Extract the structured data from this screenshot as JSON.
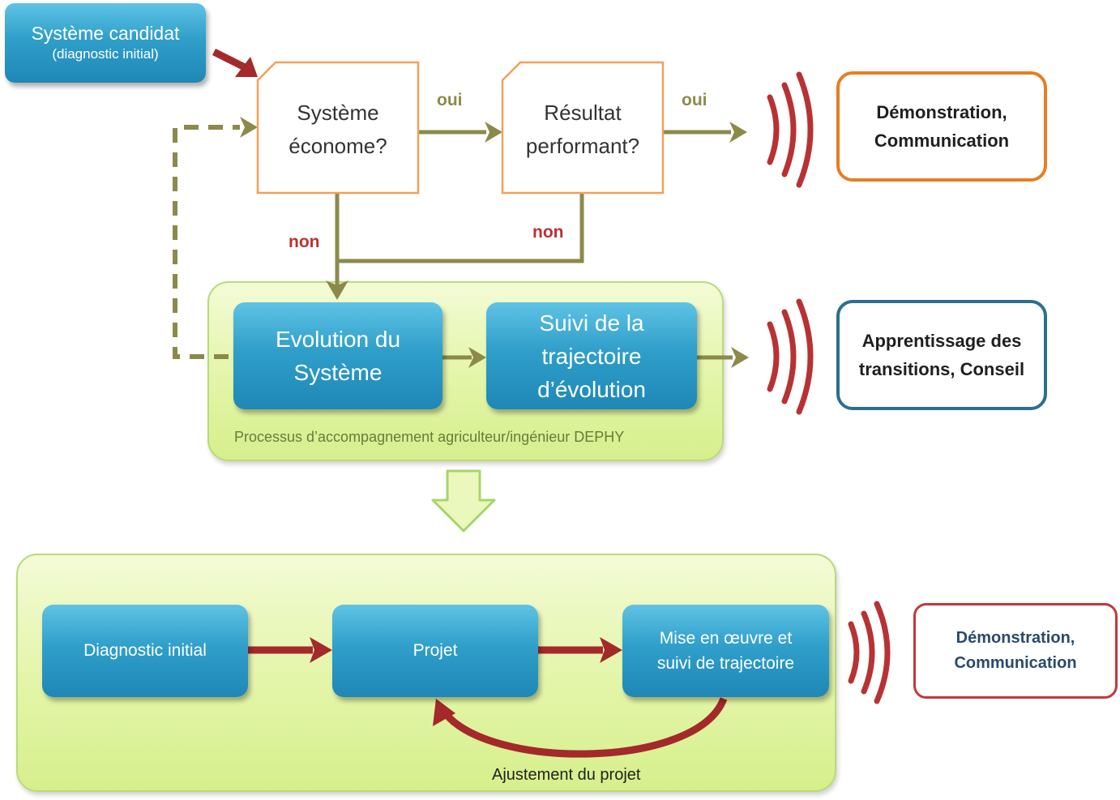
{
  "candidate": {
    "title": "Système candidat",
    "subtitle": "(diagnostic initial)"
  },
  "decision1": {
    "line1": "Système",
    "line2": "économe?"
  },
  "decision2": {
    "line1": "Résultat",
    "line2": "performant?"
  },
  "labels": {
    "oui": "oui",
    "non": "non"
  },
  "outcome1": {
    "line1": "Démonstration,",
    "line2": "Communication"
  },
  "process": {
    "evolution": {
      "line1": "Evolution du",
      "line2": "Système"
    },
    "suivi": {
      "line1": "Suivi de la",
      "line2": "trajectoire",
      "line3": "d’évolution"
    },
    "caption": "Processus d’accompagnement agriculteur/ingénieur DEPHY"
  },
  "outcome2": {
    "line1": "Apprentissage des",
    "line2": "transitions, Conseil"
  },
  "bottom": {
    "diagnostic": "Diagnostic initial",
    "projet": "Projet",
    "mise": {
      "line1": "Mise en œuvre et",
      "line2": "suivi de trajectoire"
    },
    "ajustement": "Ajustement du projet"
  },
  "outcome3": {
    "line1": "Démonstration,",
    "line2": "Communication"
  },
  "colors": {
    "olive": "#8b8a4a",
    "darkred": "#a3292b",
    "orange": "#e67e22",
    "teal": "#2b6f8f",
    "red_outline": "#c0393b",
    "signal": "#b83233"
  }
}
